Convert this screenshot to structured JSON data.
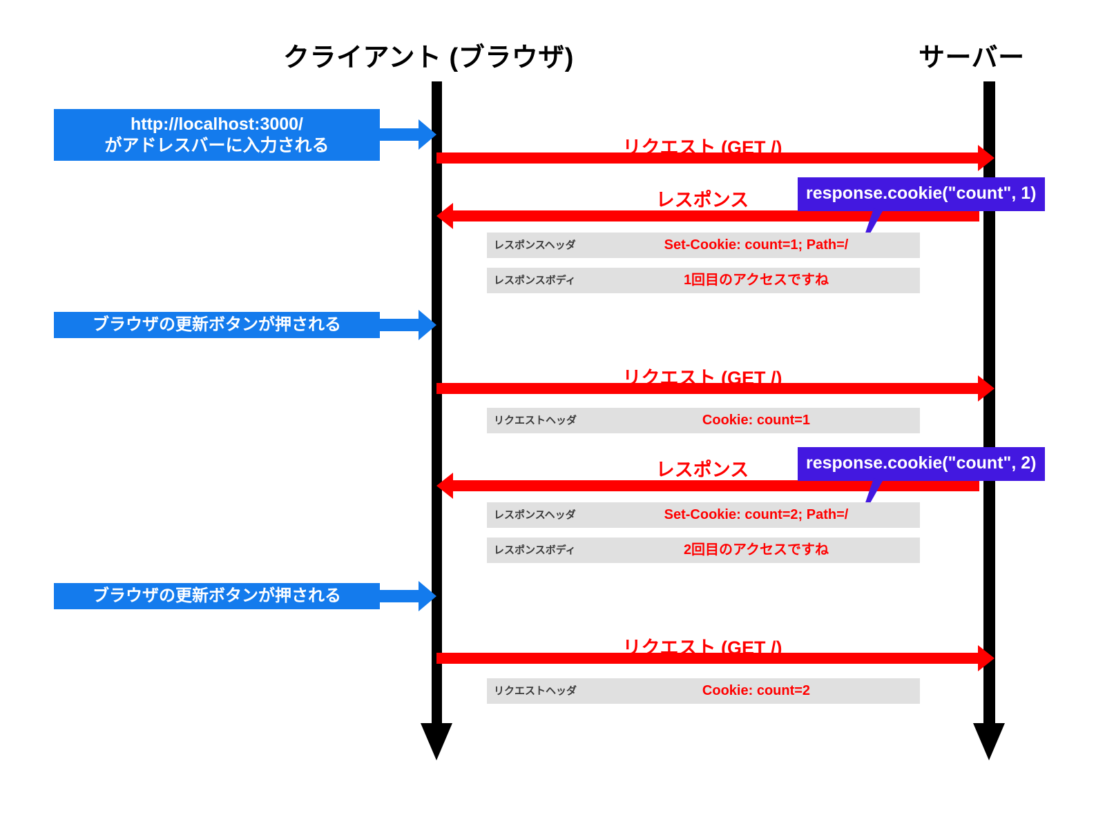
{
  "diagram": {
    "type": "sequence-diagram",
    "title_client": "クライアント (ブラウザ)",
    "title_server": "サーバー",
    "colors": {
      "client_event": "#147bed",
      "message": "#ff0000",
      "callout": "#4318e0",
      "detail_row": "#e0e0e0",
      "lifeline": "#000000"
    }
  },
  "events": [
    {
      "id": "event-url-entered",
      "lines": [
        "http://localhost:3000/",
        "がアドレスバーに入力される"
      ]
    },
    {
      "id": "event-reload-1",
      "lines": [
        "ブラウザの更新ボタンが押される"
      ]
    },
    {
      "id": "event-reload-2",
      "lines": [
        "ブラウザの更新ボタンが押される"
      ]
    }
  ],
  "messages": [
    {
      "id": "msg-request-1",
      "label": "リクエスト (GET /)",
      "direction": "client-to-server"
    },
    {
      "id": "msg-response-1",
      "label": "レスポンス",
      "direction": "server-to-client"
    },
    {
      "id": "msg-request-2",
      "label": "リクエスト (GET /)",
      "direction": "client-to-server"
    },
    {
      "id": "msg-response-2",
      "label": "レスポンス",
      "direction": "server-to-client"
    },
    {
      "id": "msg-request-3",
      "label": "リクエスト (GET /)",
      "direction": "client-to-server"
    }
  ],
  "details": [
    {
      "id": "detail-response-header-1",
      "label": "レスポンスヘッダ",
      "value": "Set-Cookie: count=1; Path=/"
    },
    {
      "id": "detail-response-body-1",
      "label": "レスポンスボディ",
      "value": "1回目のアクセスですね"
    },
    {
      "id": "detail-request-header-2",
      "label": "リクエストヘッダ",
      "value": "Cookie: count=1"
    },
    {
      "id": "detail-response-header-2",
      "label": "レスポンスヘッダ",
      "value": "Set-Cookie: count=2; Path=/"
    },
    {
      "id": "detail-response-body-2",
      "label": "レスポンスボディ",
      "value": "2回目のアクセスですね"
    },
    {
      "id": "detail-request-header-3",
      "label": "リクエストヘッダ",
      "value": "Cookie: count=2"
    }
  ],
  "callouts": [
    {
      "id": "callout-set-cookie-1",
      "text": "response.cookie(\"count\", 1)"
    },
    {
      "id": "callout-set-cookie-2",
      "text": "response.cookie(\"count\", 2)"
    }
  ]
}
